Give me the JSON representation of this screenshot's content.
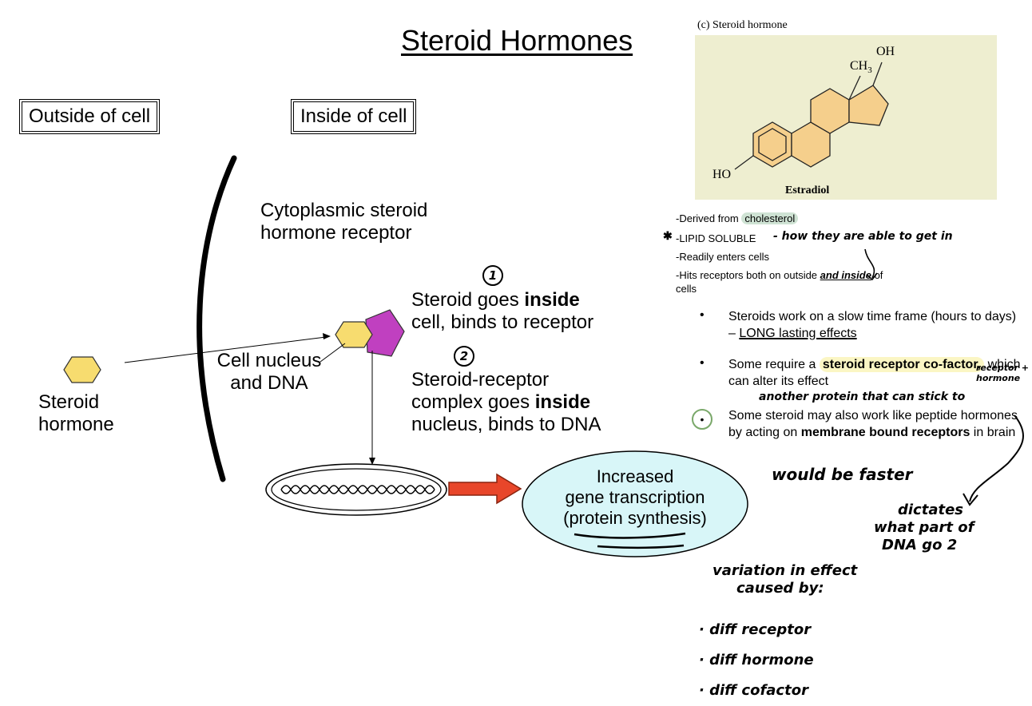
{
  "title": "Steroid Hormones",
  "outside_label": "Outside of cell",
  "inside_label": "Inside of cell",
  "receptor_label": [
    "Cytoplasmic steroid",
    "hormone receptor"
  ],
  "nucleus_label": [
    "Cell nucleus",
    "and DNA"
  ],
  "hormone_label": [
    "Steroid",
    "hormone"
  ],
  "steps": [
    {
      "number": "1",
      "text_a": "Steroid goes ",
      "bold": "inside",
      "text_b": "cell, binds to receptor"
    },
    {
      "number": "2",
      "line1": "Steroid-receptor",
      "text_a": "complex goes ",
      "bold": "inside",
      "text_b": "nucleus, binds to DNA"
    }
  ],
  "outcome": [
    "Increased",
    "gene transcription",
    "(protein synthesis)"
  ],
  "estradiol": {
    "caption": "(c) Steroid hormone",
    "name": "Estradiol",
    "oh_top": "OH",
    "ch3": "CH",
    "ch3_sub": "3",
    "ho": "HO",
    "bg_color": "#eeeed0",
    "ring_color": "#f5cf8c"
  },
  "facts": {
    "derived_prefix": "-Derived from ",
    "derived_hl": "cholesterol",
    "lipid": "-LIPID SOLUBLE",
    "enters": "-Readily enters cells",
    "hits_a": "-Hits receptors both on outside ",
    "hits_b": "and inside",
    "hits_c": " of",
    "hits_d": "cells",
    "star": "✱"
  },
  "bullets": {
    "b1_a": "Steroids work on a slow time frame (hours to days) – ",
    "b1_b": "LONG lasting effects",
    "b2_a": "Some require a ",
    "b2_b": "steroid receptor co-factor,",
    "b2_c": " which can alter its effect",
    "b3_a": "Some steroid may also work like peptide hormones by acting on ",
    "b3_b": "membrane bound receptors",
    "b3_c": " in brain",
    "dot": "•"
  },
  "handwriting": {
    "lipid_note": "- how they are able to get in",
    "cofactor_note": "another protein that can stick to",
    "receptor_note": [
      "receptor +",
      "hormone"
    ],
    "faster": "would be faster",
    "dictates": [
      "dictates",
      "what part of",
      "DNA go 2"
    ],
    "variation": [
      "variation in effect",
      "caused by:"
    ],
    "causes": [
      "· diff receptor",
      "· diff hormone",
      "· diff cofactor"
    ]
  },
  "colors": {
    "hormone": "#f7dc6f",
    "receptor": "#c040c0",
    "arrow": "#e8462a",
    "ellipse": "#d8f6f8"
  }
}
